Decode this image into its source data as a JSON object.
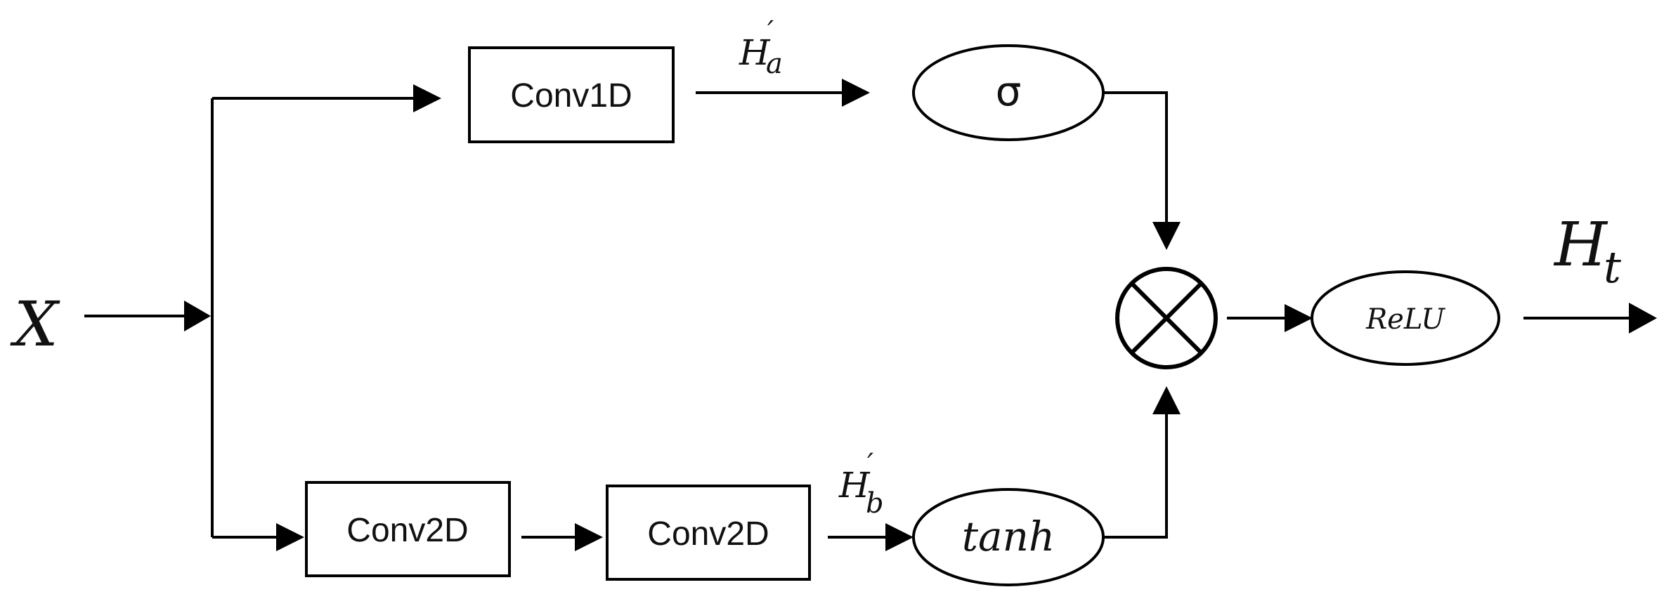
{
  "diagram": {
    "input": "X",
    "output": {
      "base": "H",
      "sub": "t"
    },
    "top_branch": {
      "conv": "Conv1D",
      "signal": {
        "base": "H",
        "sub": "a",
        "prime": "′"
      },
      "activation": "σ"
    },
    "bottom_branch": {
      "conv1": "Conv2D",
      "conv2": "Conv2D",
      "signal": {
        "base": "H",
        "sub": "b",
        "prime": "′"
      },
      "activation": "tanh"
    },
    "final_activation": "ReLU"
  }
}
